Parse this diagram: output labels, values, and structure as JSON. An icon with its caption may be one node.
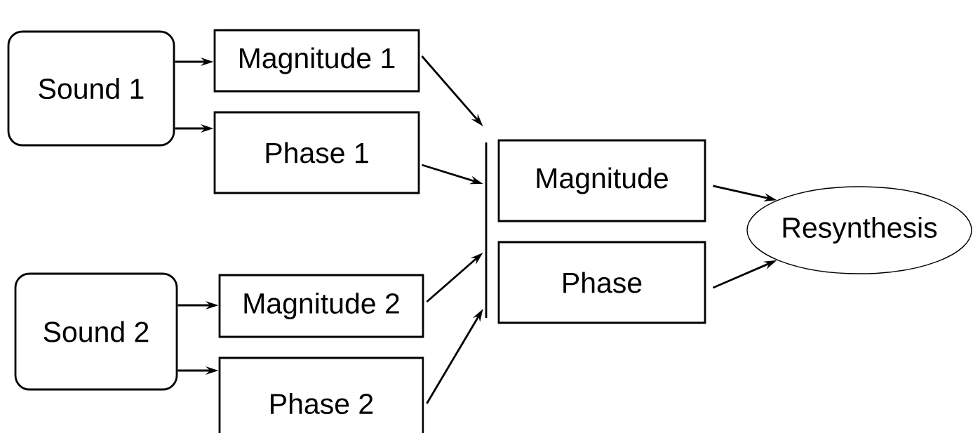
{
  "diagram": {
    "nodes": [
      {
        "text": [
          "Sound 1"
        ]
      },
      {
        "text": [
          "Magnitude 1"
        ]
      },
      {
        "text": [
          "Phase 1"
        ]
      },
      {
        "text": [
          "Sound 2"
        ]
      },
      {
        "text": [
          "Magnitude 2"
        ]
      },
      {
        "text": [
          "Phase 2"
        ]
      },
      {
        "text": [],
        "shape": "bar"
      },
      {
        "text": [
          "Magnitude"
        ]
      },
      {
        "text": [
          "Phase"
        ]
      },
      {
        "text": [
          "Resynthesis"
        ]
      }
    ],
    "edges": [
      {
        "from": 0,
        "to": 1,
        "arrow": "to"
      },
      {
        "from": 0,
        "to": 2,
        "arrow": "to"
      },
      {
        "from": 3,
        "to": 4,
        "arrow": "to"
      },
      {
        "from": 3,
        "to": 5,
        "arrow": "to"
      },
      {
        "from": 1,
        "to": 6,
        "arrow": "to"
      },
      {
        "from": 2,
        "to": 6,
        "arrow": "to"
      },
      {
        "from": 4,
        "to": 6,
        "arrow": "to"
      },
      {
        "from": 5,
        "to": 6,
        "arrow": "to"
      },
      {
        "from": 7,
        "to": 9,
        "arrow": "to"
      },
      {
        "from": 8,
        "to": 9,
        "arrow": "to"
      }
    ]
  }
}
